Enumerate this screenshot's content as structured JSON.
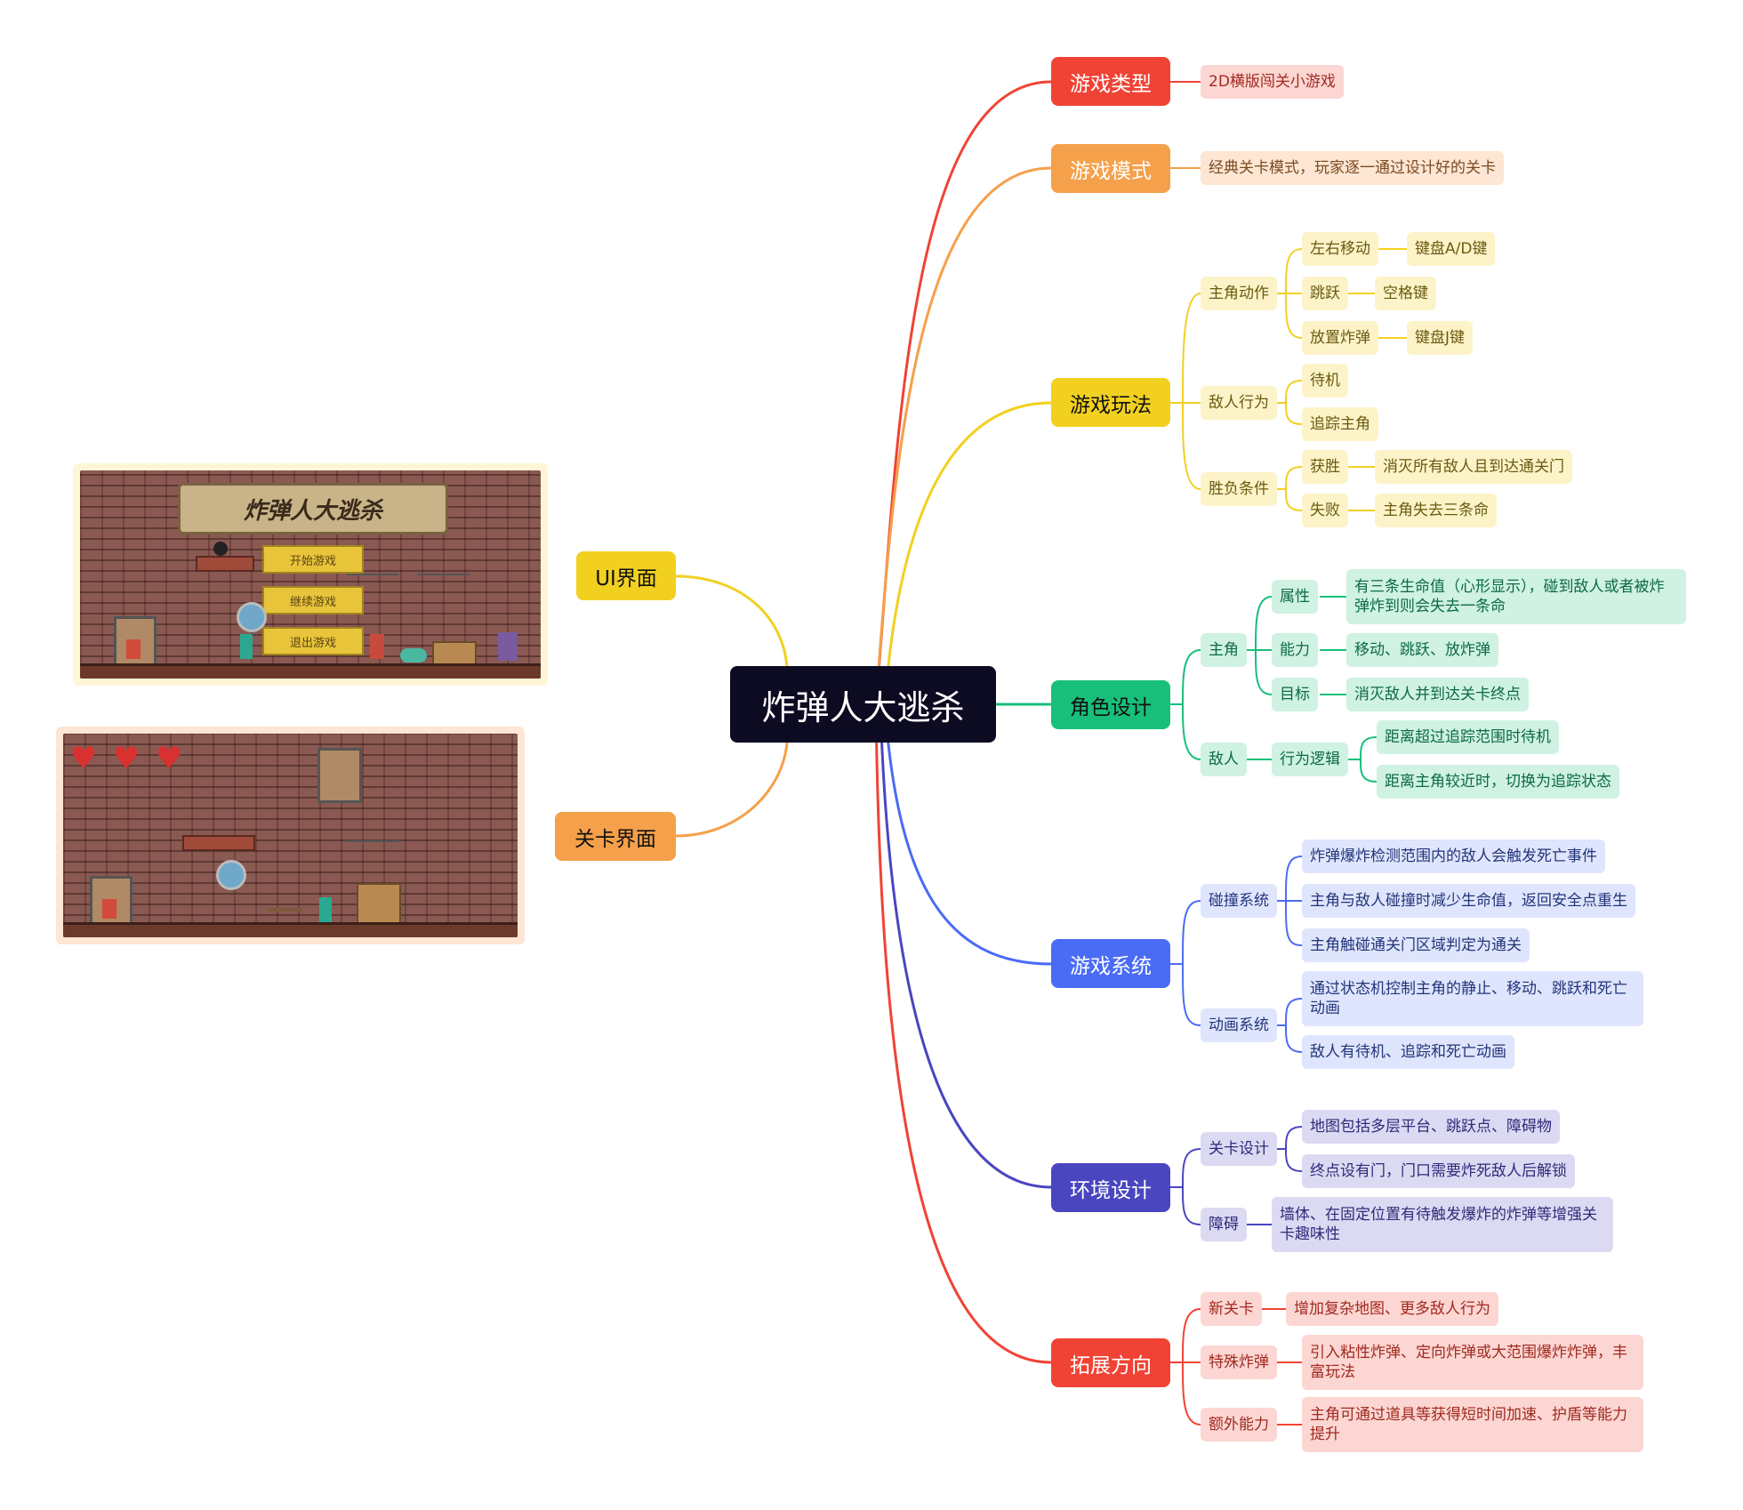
{
  "root": {
    "label": "炸弹人大逃杀"
  },
  "left": {
    "ui": {
      "label": "UI界面"
    },
    "level": {
      "label": "关卡界面"
    },
    "ui_screen": {
      "game_title": "炸弹人大逃杀",
      "buttons": [
        "开始游戏",
        "继续游戏",
        "退出游戏"
      ]
    }
  },
  "branches": {
    "type": {
      "label": "游戏类型",
      "items": [
        "2D横版闯关小游戏"
      ]
    },
    "mode": {
      "label": "游戏模式",
      "items": [
        "经典关卡模式，玩家逐一通过设计好的关卡"
      ]
    },
    "play": {
      "label": "游戏玩法",
      "actions": {
        "label": "主角动作",
        "move": "左右移动",
        "move_key": "键盘A/D键",
        "jump": "跳跃",
        "jump_key": "空格键",
        "bomb": "放置炸弹",
        "bomb_key": "键盘J键"
      },
      "enemy": {
        "label": "敌人行为",
        "idle": "待机",
        "chase": "追踪主角"
      },
      "win": {
        "label": "胜负条件",
        "win": "获胜",
        "win_desc": "消灭所有敌人且到达通关门",
        "lose": "失败",
        "lose_desc": "主角失去三条命"
      }
    },
    "role": {
      "label": "角色设计",
      "hero": {
        "label": "主角",
        "attr": "属性",
        "attr_desc": "有三条生命值（心形显示），碰到敌人或者被炸弹炸到则会失去一条命",
        "ability": "能力",
        "ability_desc": "移动、跳跃、放炸弹",
        "goal": "目标",
        "goal_desc": "消灭敌人并到达关卡终点"
      },
      "enemy": {
        "label": "敌人",
        "logic": "行为逻辑",
        "l1": "距离超过追踪范围时待机",
        "l2": "距离主角较近时，切换为追踪状态"
      }
    },
    "system": {
      "label": "游戏系统",
      "collision": {
        "label": "碰撞系统",
        "c1": "炸弹爆炸检测范围内的敌人会触发死亡事件",
        "c2": "主角与敌人碰撞时减少生命值，返回安全点重生",
        "c3": "主角触碰通关门区域判定为通关"
      },
      "anim": {
        "label": "动画系统",
        "a1": "通过状态机控制主角的静止、移动、跳跃和死亡动画",
        "a2": "敌人有待机、追踪和死亡动画"
      }
    },
    "env": {
      "label": "环境设计",
      "level": {
        "label": "关卡设计",
        "e1": "地图包括多层平台、跳跃点、障碍物",
        "e2": "终点设有门，门口需要炸死敌人后解锁"
      },
      "obstacle": {
        "label": "障碍",
        "desc": "墙体、在固定位置有待触发爆炸的炸弹等增强关卡趣味性"
      }
    },
    "ext": {
      "label": "拓展方向",
      "newlevel": {
        "label": "新关卡",
        "desc": "增加复杂地图、更多敌人行为"
      },
      "bomb": {
        "label": "特殊炸弹",
        "desc": "引入粘性炸弹、定向炸弹或大范围爆炸炸弹，丰富玩法"
      },
      "power": {
        "label": "额外能力",
        "desc": "主角可通过道具等获得短时间加速、护盾等能力提升"
      }
    }
  },
  "colors": {
    "type": "#f04335",
    "mode": "#f5a04a",
    "play": "#f2d020",
    "role": "#18bf7a",
    "system": "#4a6cf4",
    "env": "#4a46c0",
    "ext": "#f04335",
    "ui": "#f2d020",
    "level": "#f5a04a"
  }
}
